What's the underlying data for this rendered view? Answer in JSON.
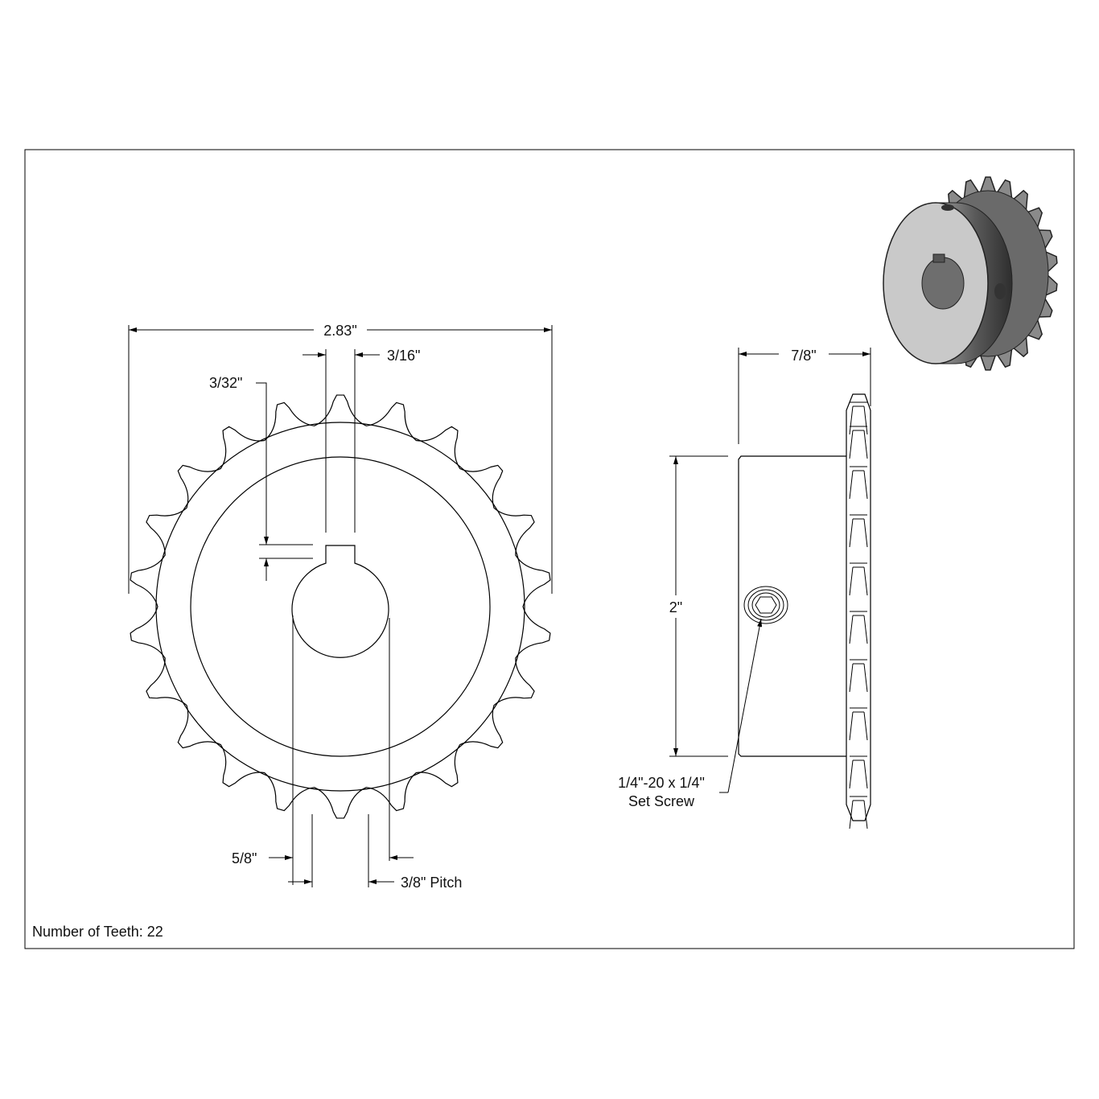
{
  "drawing": {
    "front_view": {
      "overall_diameter": "2.83\"",
      "keyway_width": "3/16\"",
      "keyway_depth": "3/32\"",
      "bore": "5/8\"",
      "pitch": "3/8\" Pitch"
    },
    "side_view": {
      "width": "7/8\"",
      "hub_diameter": "2\"",
      "set_screw_line1": "1/4\"-20 x 1/4\"",
      "set_screw_line2": "Set Screw"
    },
    "footer": {
      "teeth_label": "Number of Teeth: 22"
    },
    "teeth_count": 22
  }
}
